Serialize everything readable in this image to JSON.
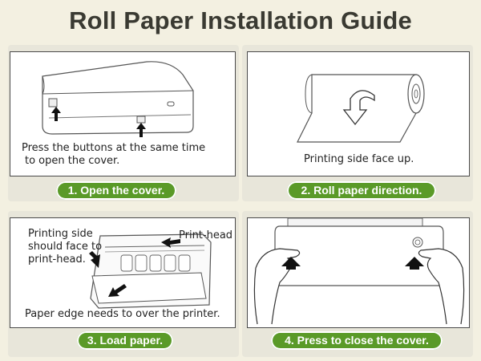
{
  "title": "Roll Paper Installation Guide",
  "steps": [
    {
      "label": "1. Open the cover.",
      "captions": [
        "Press the buttons at the same time",
        "to open the cover."
      ]
    },
    {
      "label": "2. Roll paper direction.",
      "captions": [
        "Printing side face up."
      ]
    },
    {
      "label": "3. Load paper.",
      "captions": [
        "Printing side",
        "should face to",
        "print-head.",
        "Print-head",
        "Paper edge needs to over the printer."
      ]
    },
    {
      "label": "4. Press to close the cover.",
      "captions": []
    }
  ],
  "colors": {
    "background": "#f3f0e1",
    "badge": "#5a9a28",
    "title": "#3a3a32"
  }
}
